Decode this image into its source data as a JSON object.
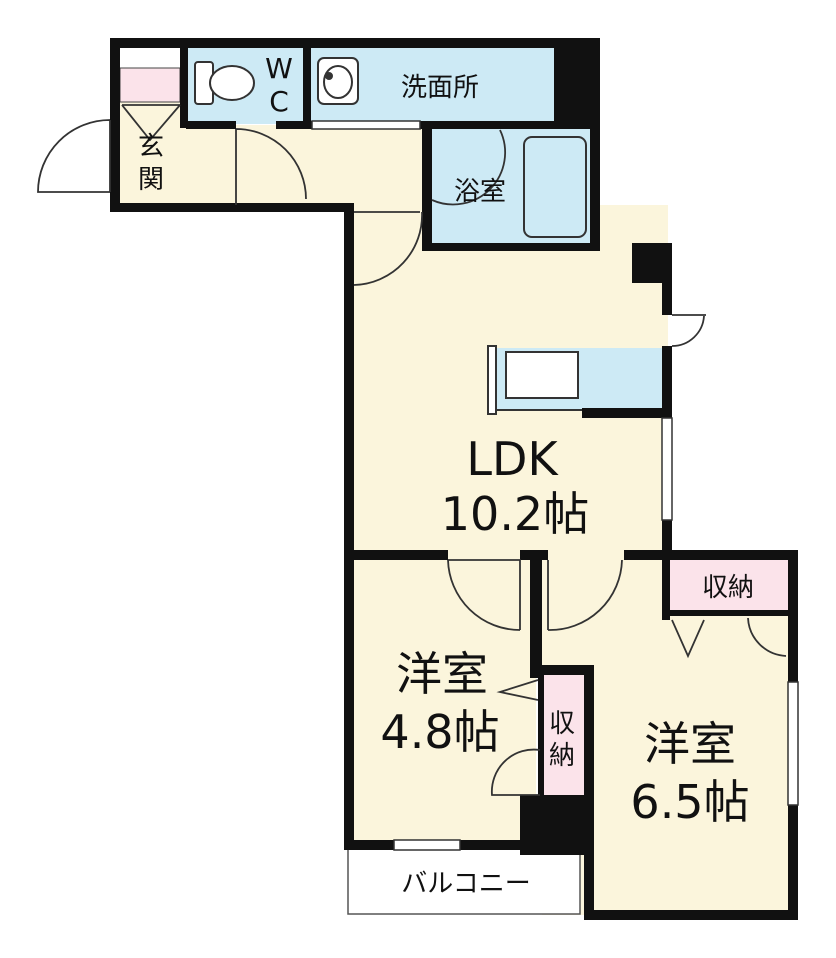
{
  "rooms": {
    "wc_w": "W",
    "wc_c": "C",
    "washroom": "洗面所",
    "entrance_1": "玄",
    "entrance_2": "関",
    "bath": "浴室",
    "ldk_name": "LDK",
    "ldk_size": "10.2帖",
    "western_a_name": "洋室",
    "western_a_size": "4.8帖",
    "storage_a_1": "収",
    "storage_a_2": "納",
    "western_b_name": "洋室",
    "western_b_size": "6.5帖",
    "storage_b": "収納",
    "balcony": "バルコニー"
  },
  "colors": {
    "wall": "#111111",
    "floor": "#fbf5dc",
    "wet_area": "#cdeaf5",
    "storage": "#fbe3ea",
    "door_line": "#333333"
  }
}
